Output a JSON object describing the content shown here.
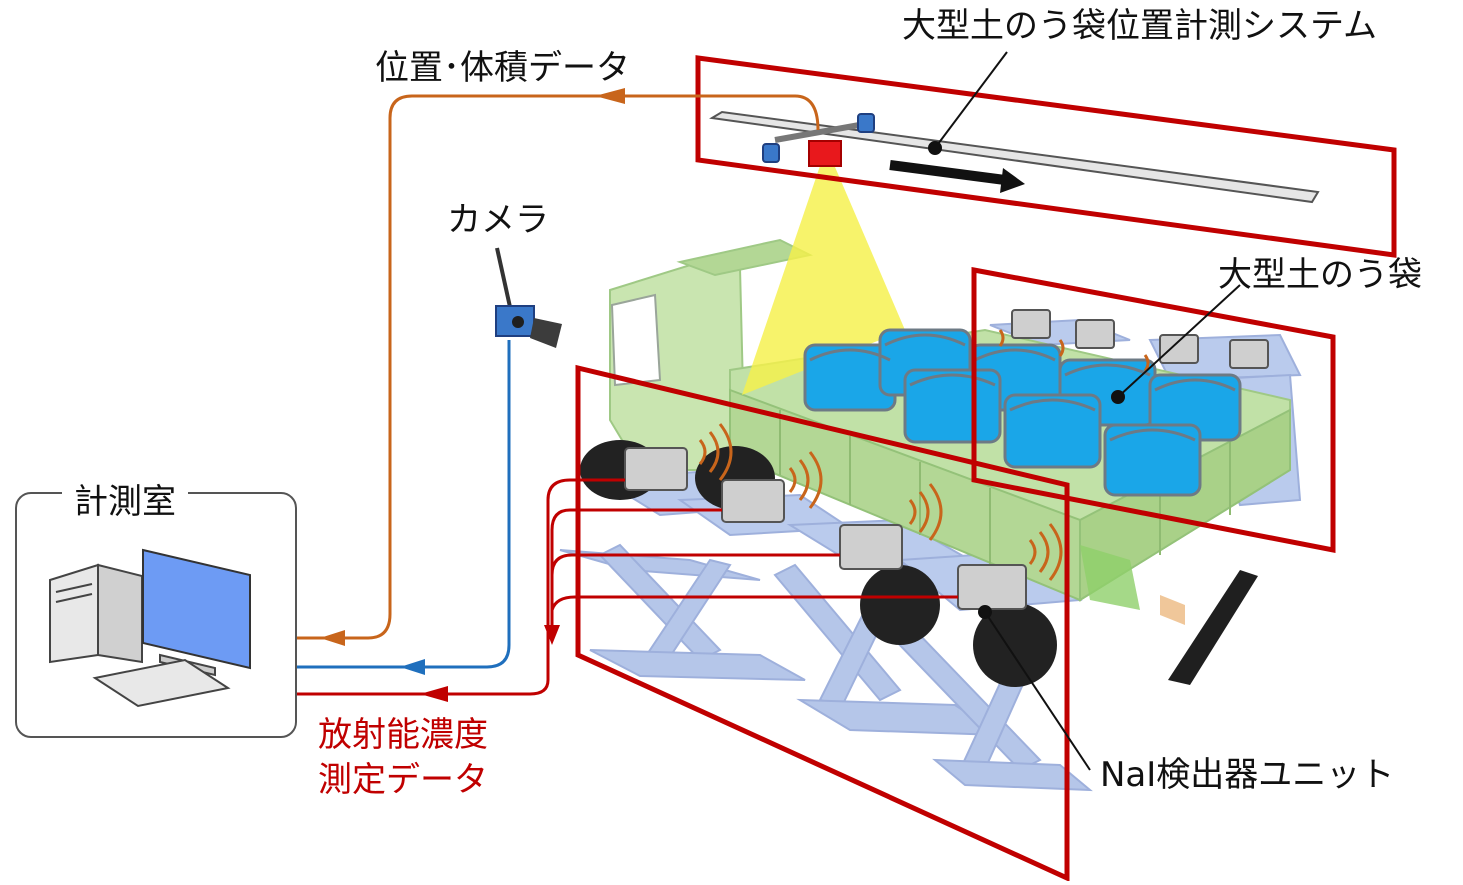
{
  "labels": {
    "system": "大型土のう袋位置計測システム",
    "position_data": "位置･体積データ",
    "camera": "カメラ",
    "bags": "大型土のう袋",
    "control_room": "計測室",
    "radioactivity_line1": "放射能濃度",
    "radioactivity_line2": "測定データ",
    "detector": "NaI検出器ユニット"
  },
  "colors": {
    "frame_red": "#c00000",
    "position_line": "#c8651b",
    "camera_line": "#1f6fbd",
    "data_line": "#c00000",
    "truck": "#b9dc9a",
    "bag": "#1aa6e8",
    "lift": "#9fb3e0",
    "beam": "#f5f04a"
  },
  "icons": {
    "computer": "desktop-computer-icon",
    "camera": "camera-icon",
    "detector": "detector-icon",
    "laser_scanner": "scanner-icon",
    "direction": "arrow-right-icon"
  }
}
